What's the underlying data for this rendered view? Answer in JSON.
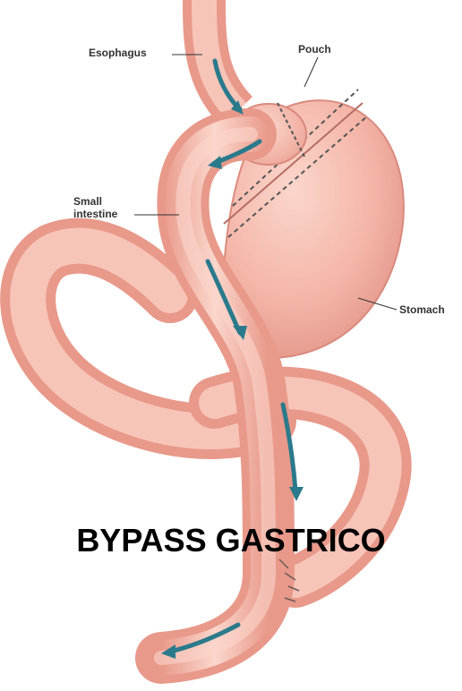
{
  "labels": {
    "esophagus": "Esophagus",
    "pouch": "Pouch",
    "small_intestine": "Small\nintestine",
    "stomach": "Stomach"
  },
  "caption": "BYPASS GASTRICO",
  "colors": {
    "tissue": "#f4b6a8",
    "tissue_dark": "#e8998a",
    "tissue_light": "#fbd6cc",
    "arrow": "#2b7a8c",
    "leader": "#333333",
    "caption": "#000000"
  }
}
